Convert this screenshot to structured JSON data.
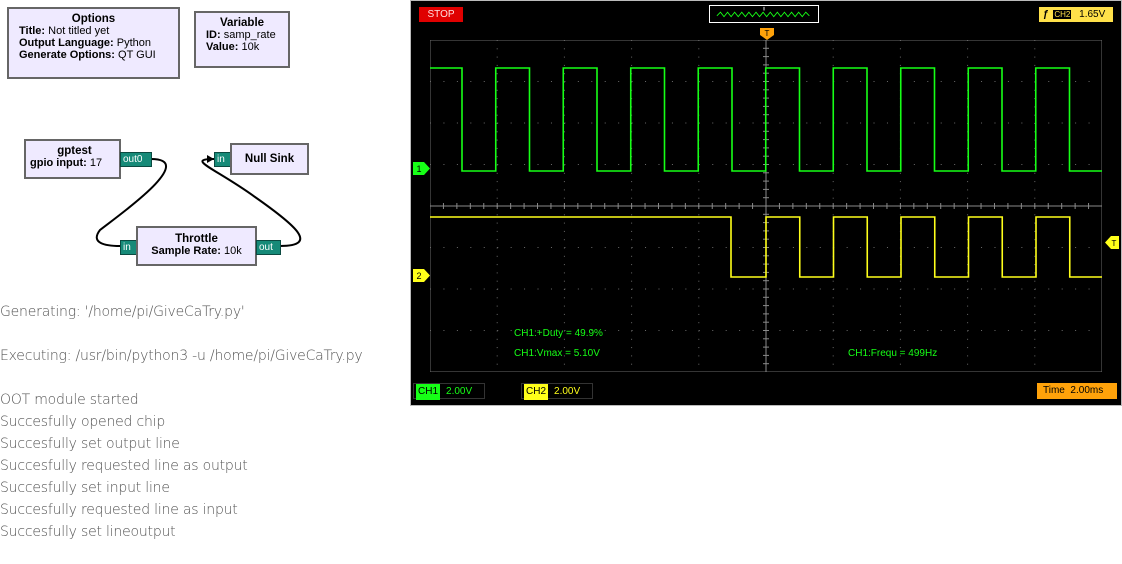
{
  "flowgraph": {
    "options": {
      "title": "Options",
      "rows": [
        {
          "key": "Title:",
          "value": "Not titled yet"
        },
        {
          "key": "Output Language:",
          "value": "Python"
        },
        {
          "key": "Generate Options:",
          "value": "QT GUI"
        }
      ]
    },
    "variable": {
      "title": "Variable",
      "rows": [
        {
          "key": "ID:",
          "value": "samp_rate"
        },
        {
          "key": "Value:",
          "value": "10k"
        }
      ]
    },
    "gptest": {
      "title": "gptest",
      "param_key": "gpio input:",
      "param_value": "17",
      "out_port": "out0"
    },
    "null_sink": {
      "title": "Null Sink",
      "in_port": "in"
    },
    "throttle": {
      "title": "Throttle",
      "param_key": "Sample Rate:",
      "param_value": "10k",
      "in_port": "in",
      "out_port": "out"
    }
  },
  "log": {
    "generating": "Generating: '/home/pi/GiveCaTry.py'",
    "executing": "Executing: /usr/bin/python3 -u /home/pi/GiveCaTry.py",
    "lines": [
      "OOT module started",
      "Succesfully opened chip",
      "Succesfully set output line",
      "Succesfully requested line as output",
      "Succesfully set input line",
      "Succesfully requested line as input",
      "Succesfully set lineoutput"
    ]
  },
  "scope": {
    "status": "STOP",
    "trigger_marker": "T",
    "trigger_channel": "CH2",
    "trigger_level": "1.65V",
    "ch1_marker": "1",
    "ch2_marker": "2",
    "ch1_label": "CH1",
    "ch1_scale": "2.00V",
    "ch2_label": "CH2",
    "ch2_scale": "2.00V",
    "time_label": "Time",
    "time_scale": "2.00ms",
    "measurements": {
      "ch1_duty": "CH1:+Duty = 49.9%",
      "ch1_vmax": "CH1:Vmax = 5.10V",
      "ch1_freq": "CH1:Frequ = 499Hz"
    },
    "colors": {
      "ch1": "#16ff16",
      "ch2": "#ffff1a",
      "grid": "#6a6a6a",
      "trigger": "#ffa20a",
      "time": "#ffa20a"
    }
  }
}
